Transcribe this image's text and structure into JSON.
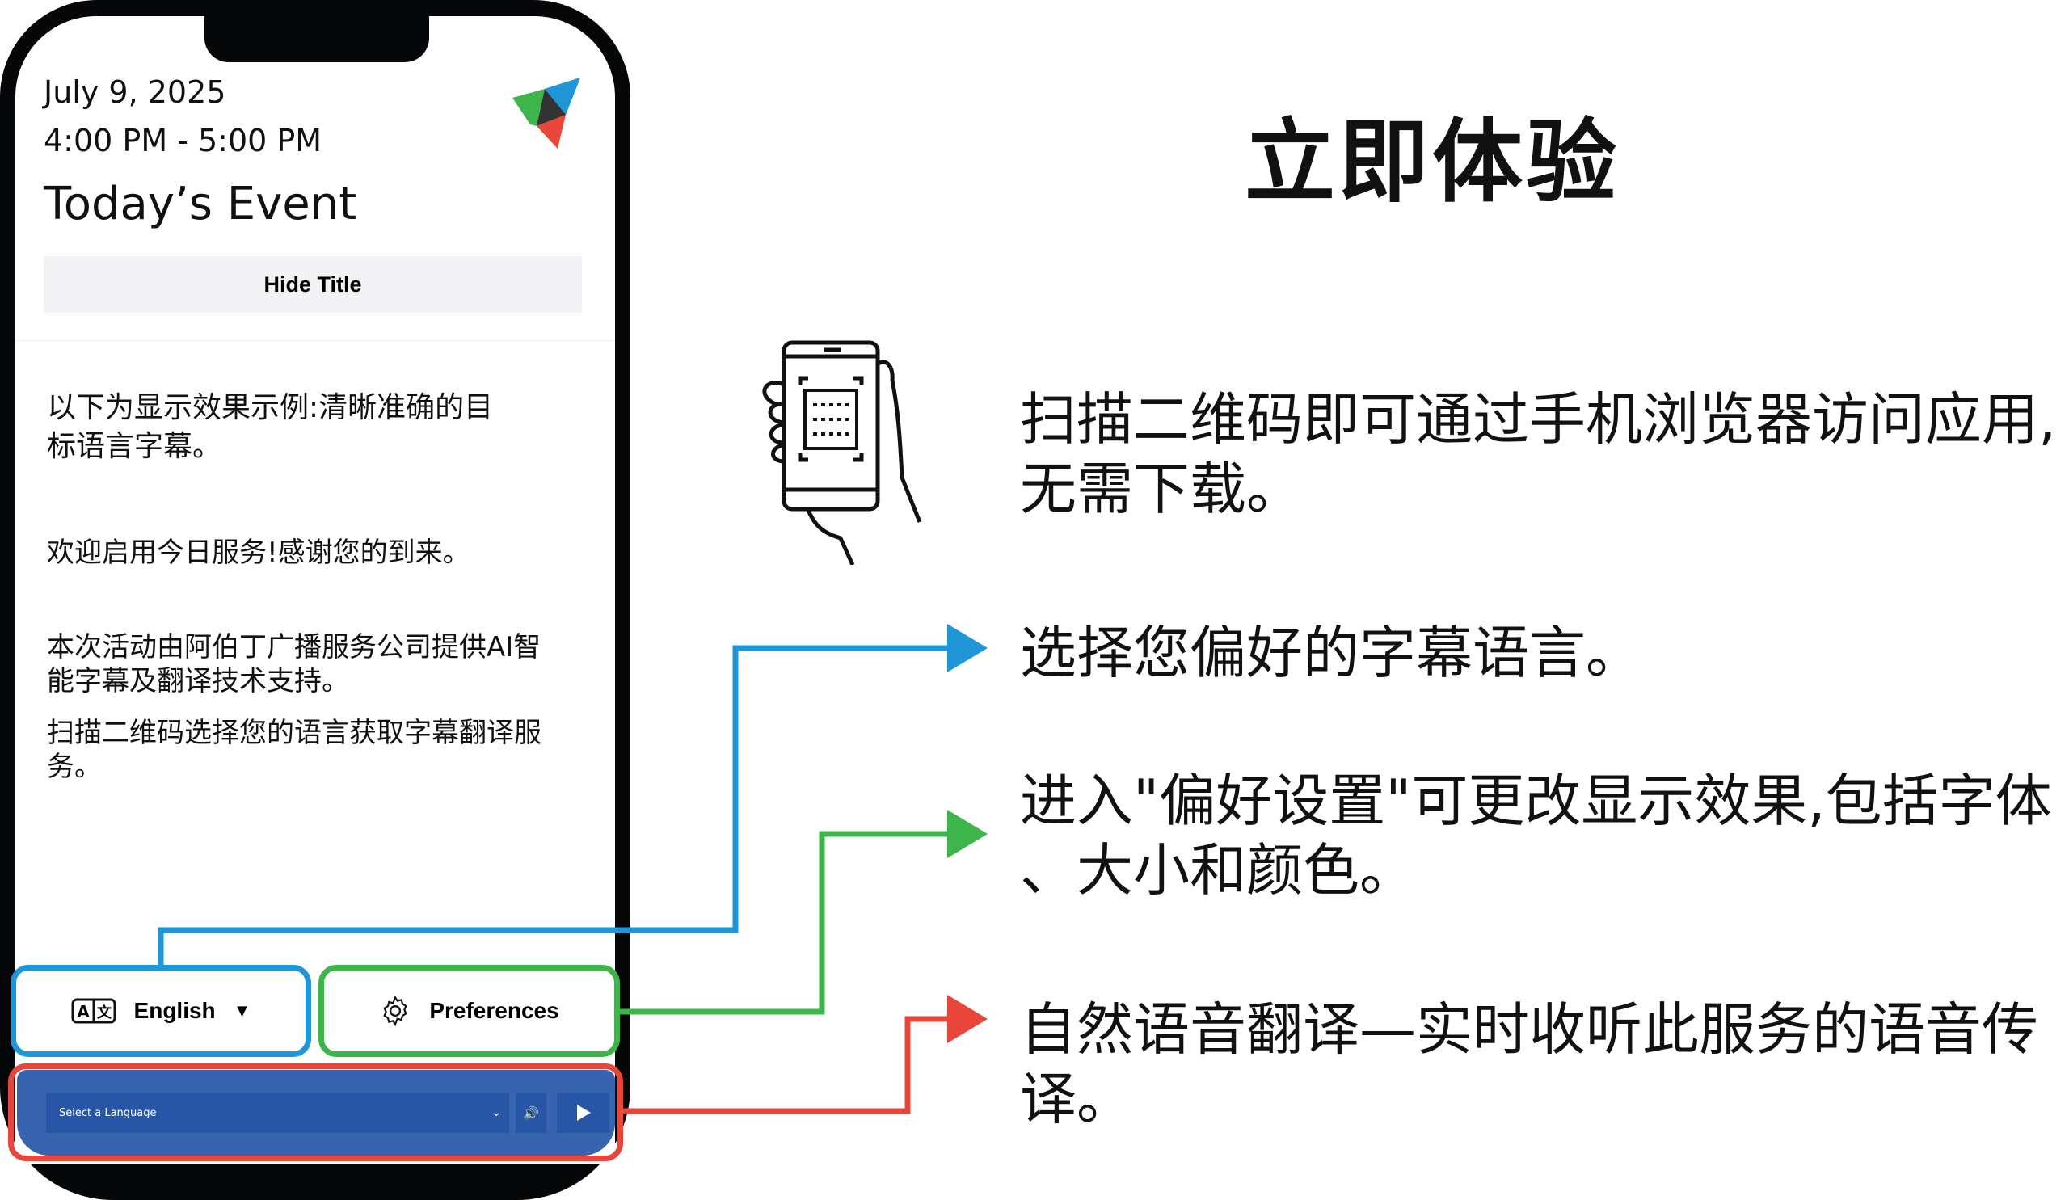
{
  "phone": {
    "date": "July 9, 2025",
    "time": "4:00 PM - 5:00 PM",
    "title": "Today’s Event",
    "hide_title_label": "Hide Title",
    "messages": [
      {
        "lines": [
          "以下为显示效果示例:清晰准确的目",
          "标语言字幕。"
        ]
      },
      {
        "lines": [
          "欢迎启用今日服务!感谢您的到来。"
        ]
      },
      {
        "lines": [
          "本次活动由阿伯丁广播服务公司提供AI智",
          "能字幕及翻译技术支持。"
        ]
      },
      {
        "lines": [
          "扫描二维码选择您的语言获取字幕翻译服",
          "务。"
        ]
      }
    ],
    "language_button": {
      "label": "English",
      "icon": "translate-icon"
    },
    "preferences_button": {
      "label": "Preferences",
      "icon": "gear-icon"
    },
    "audio_bar": {
      "select_placeholder": "Select a Language",
      "speaker_icon": "speaker-icon",
      "play_icon": "play-icon"
    }
  },
  "promo": {
    "heading": "立即体验",
    "steps": [
      {
        "lines": [
          "扫描二维码即可通过手机浏览器访问应用,",
          "无需下载。"
        ],
        "icon": "phone-qr-scan-icon"
      },
      {
        "lines": [
          "选择您偏好的字幕语言。"
        ],
        "color": "#2196d6"
      },
      {
        "lines": [
          "进入\"偏好设置\"可更改显示效果,包括字体",
          "、大小和颜色。"
        ],
        "color": "#3db54a"
      },
      {
        "lines": [
          "自然语音翻译—实时收听此服务的语音传",
          "译。"
        ],
        "color": "#e8463a"
      }
    ]
  }
}
